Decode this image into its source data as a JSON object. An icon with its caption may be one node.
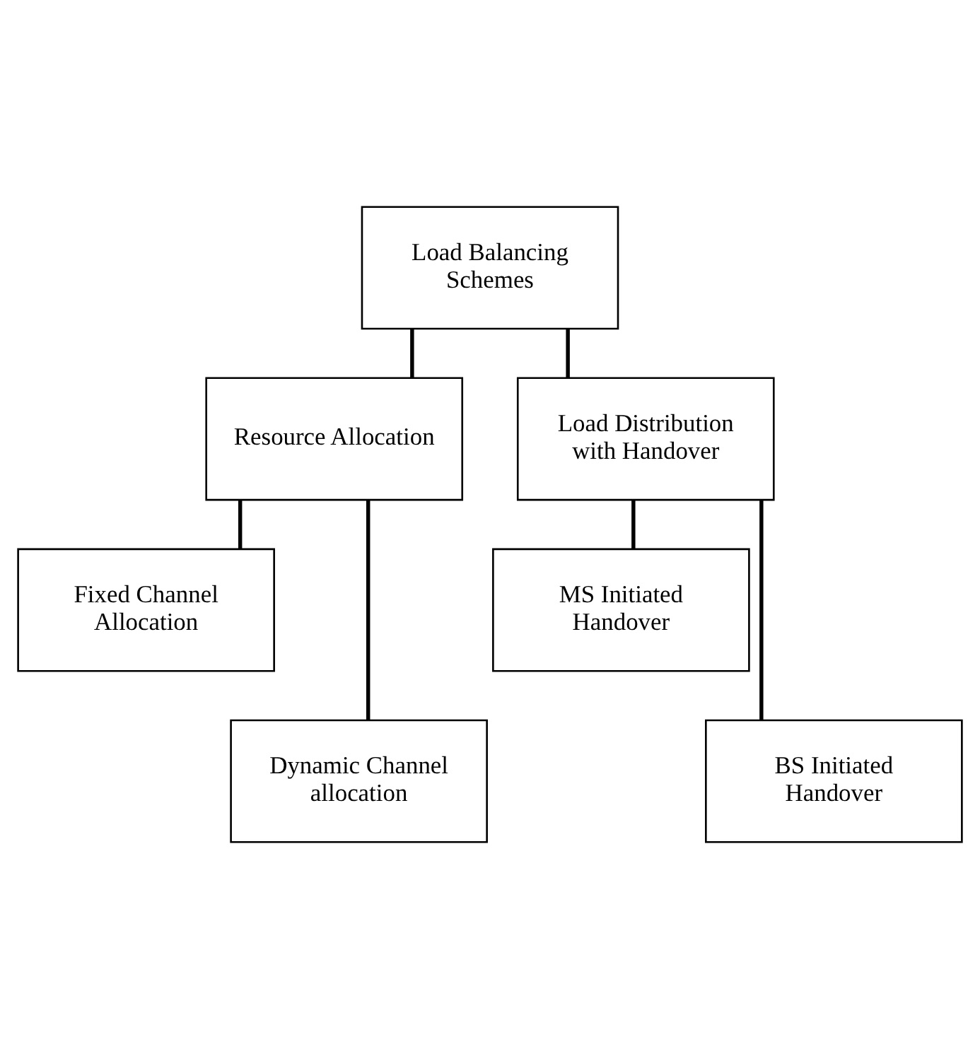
{
  "diagram": {
    "nodes": [
      {
        "text": [
          "Load Balancing Schemes"
        ]
      },
      {
        "text": [
          "Resource Allocation"
        ]
      },
      {
        "text": [
          "Load Distribution with Handover"
        ]
      },
      {
        "text": [
          "Fixed Channel Allocation"
        ]
      },
      {
        "text": [
          "Dynamic Channel allocation"
        ]
      },
      {
        "text": [
          "MS Initiated Handover"
        ]
      },
      {
        "text": [
          "BS Initiated Handover"
        ]
      }
    ],
    "edges": [
      {
        "from": 0,
        "to": 1,
        "arrow": "none"
      },
      {
        "from": 0,
        "to": 2,
        "arrow": "none"
      },
      {
        "from": 1,
        "to": 3,
        "arrow": "none"
      },
      {
        "from": 1,
        "to": 4,
        "arrow": "none"
      },
      {
        "from": 2,
        "to": 5,
        "arrow": "none"
      },
      {
        "from": 2,
        "to": 6,
        "arrow": "none"
      }
    ]
  }
}
